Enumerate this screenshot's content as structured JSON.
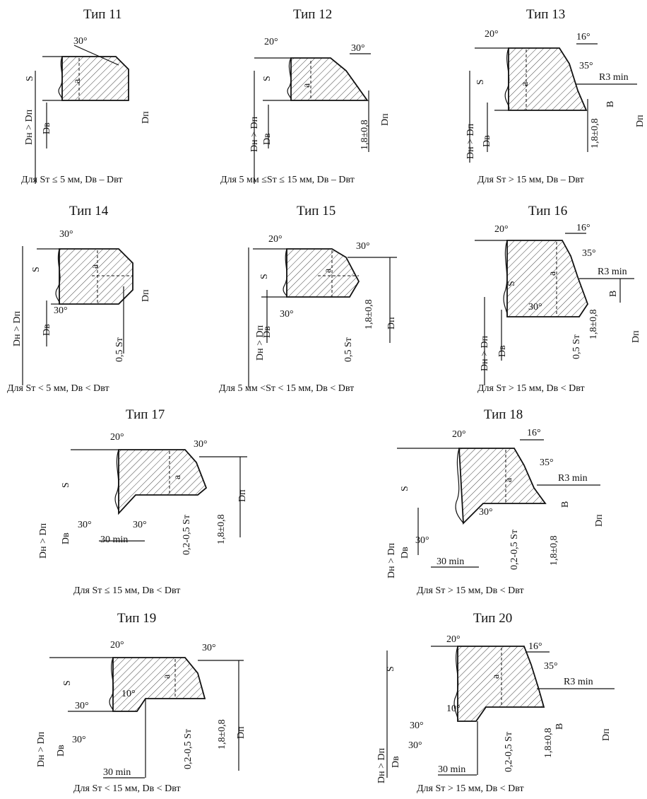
{
  "panels": [
    {
      "title": "Тип 11",
      "caption": "Для Sт ≤ 5 мм, Dв – Dвт",
      "labels": {
        "angle_a": "30°",
        "S": "S",
        "a": "a",
        "DH": "Dн > Dп",
        "DB": "Dв",
        "DP": "Dп"
      }
    },
    {
      "title": "Тип 12",
      "caption": "Для  5 мм ≤Sт ≤ 15 мм, Dв – Dвт",
      "labels": {
        "angle_a": "20°",
        "angle_b": "30°",
        "S": "S",
        "a": "a",
        "DH": "Dн > Dп",
        "DB": "Dв",
        "DP": "Dп",
        "dim": "1,8±0,8"
      }
    },
    {
      "title": "Тип 13",
      "caption": "Для Sт > 15 мм, Dв – Dвт",
      "labels": {
        "angle_a": "20°",
        "angle_b": "16°",
        "angle_c": "35°",
        "radius": "R3 min",
        "S": "S",
        "a": "a",
        "B": "B",
        "DH": "Dн > Dп",
        "DB": "Dв",
        "DP": "Dп",
        "dim": "1,8±0,8"
      }
    },
    {
      "title": "Тип 14",
      "caption": "Для Sт < 5 мм, Dв < Dвт",
      "labels": {
        "angle_a": "30°",
        "angle_d": "30°",
        "S": "S",
        "a": "a",
        "DH": "Dн > Dп",
        "DB": "Dв",
        "DP": "Dп",
        "dim2": "0,5 Sт"
      }
    },
    {
      "title": "Тип 15",
      "caption": "Для 5 мм <Sт < 15 мм, Dв < Dвт",
      "labels": {
        "angle_a": "20°",
        "angle_b": "30°",
        "angle_d": "30°",
        "S": "S",
        "a": "a",
        "DH": "Dн > Dп",
        "DB": "Dв",
        "DP": "Dп",
        "dim": "1,8±0,8",
        "dim2": "0,5 Sт"
      }
    },
    {
      "title": "Тип 16",
      "caption": "Для Sт > 15 мм, Dв < Dвт",
      "labels": {
        "angle_a": "20°",
        "angle_b": "16°",
        "angle_c": "35°",
        "angle_d": "30°",
        "radius": "R3 min",
        "S": "S",
        "a": "a",
        "B": "B",
        "DH": "Dн > Dп",
        "DB": "Dв",
        "DP": "Dп",
        "dim": "1,8±0,8",
        "dim2": "0,5 Sт"
      }
    },
    {
      "title": "Тип 17",
      "caption": "Для Sт ≤ 15 мм, Dв < Dвт",
      "labels": {
        "angle_a": "20°",
        "angle_b": "30°",
        "angle_d": "30°",
        "angle_e": "30°",
        "min": "30 min",
        "S": "S",
        "a": "a",
        "DH": "Dн > Dп",
        "DB": "Dв",
        "DP": "Dп",
        "dim": "1,8±0,8",
        "dim2": "0,2-0,5 Sт"
      }
    },
    {
      "title": "Тип 18",
      "caption": "Для Sт > 15 мм, Dв < Dвт",
      "labels": {
        "angle_a": "20°",
        "angle_b": "16°",
        "angle_c": "35°",
        "angle_d": "30°",
        "angle_e": "30°",
        "radius": "R3 min",
        "min": "30 min",
        "S": "S",
        "a": "a",
        "B": "B",
        "DH": "Dн > Dп",
        "DB": "Dв",
        "DP": "Dп",
        "dim": "1,8±0,8",
        "dim2": "0,2-0,5 Sт"
      }
    },
    {
      "title": "Тип 19",
      "caption": "Для Sт < 15 мм, Dв < Dвт",
      "labels": {
        "angle_a": "20°",
        "angle_b": "30°",
        "angle_d": "30°",
        "angle_e": "30°",
        "angle_f": "10°",
        "min": "30 min",
        "S": "S",
        "a": "a",
        "DH": "Dн > Dп",
        "DB": "Dв",
        "DP": "Dп",
        "dim": "1,8±0,8",
        "dim2": "0,2-0,5 Sт"
      }
    },
    {
      "title": "Тип 20",
      "caption": "Для Sт > 15 мм, Dв < Dвт",
      "labels": {
        "angle_a": "20°",
        "angle_b": "16°",
        "angle_c": "35°",
        "angle_d": "30°",
        "angle_e": "30°",
        "angle_f": "10°",
        "radius": "R3 min",
        "min": "30 min",
        "S": "S",
        "a": "a",
        "B": "B",
        "DH": "Dн > Dп",
        "DB": "Dв",
        "DP": "Dп",
        "dim": "1,8±0,8",
        "dim2": "0,2-0,5 Sт"
      }
    }
  ]
}
